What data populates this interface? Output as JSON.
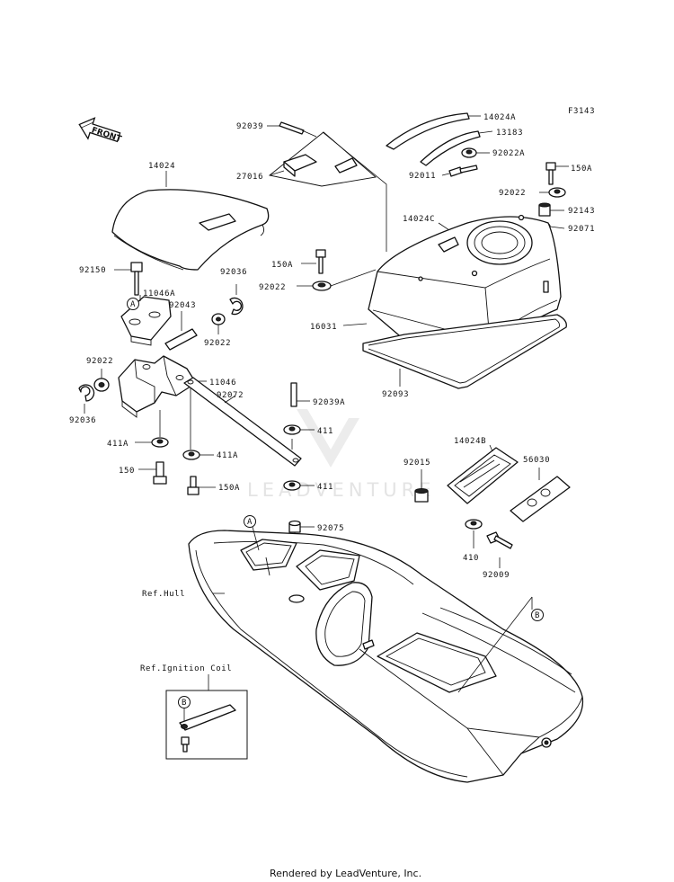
{
  "figure_code": "F3143",
  "front_label": "FRONT",
  "watermark": "LEADVENTURE",
  "footer": "Rendered by LeadVenture, Inc.",
  "callouts": {
    "A": "A",
    "B": "B"
  },
  "parts": {
    "p92039": "92039",
    "p14024A": "14024A",
    "p13183": "13183",
    "p92022A": "92022A",
    "p92011": "92011",
    "p150A_top": "150A",
    "p27016": "27016",
    "p92022_r": "92022",
    "p92143": "92143",
    "p92071": "92071",
    "p14024": "14024",
    "p14024C": "14024C",
    "p150A_mid": "150A",
    "p92022_mid": "92022",
    "p16031": "16031",
    "p92093": "92093",
    "p92150": "92150",
    "p11046A": "11046A",
    "p92043": "92043",
    "p92036_r": "92036",
    "p92022_l2": "92022",
    "p92022_l": "92022",
    "p11046": "11046",
    "p92036_l": "92036",
    "p92072": "92072",
    "p92039A": "92039A",
    "p411A_l": "411A",
    "p411": "411",
    "p411A_m": "411A",
    "p150": "150",
    "p150A_low": "150A",
    "p14024B": "14024B",
    "p92015": "92015",
    "p56030": "56030",
    "p410": "410",
    "p92009": "92009",
    "p92075": "92075",
    "ref_hull": "Ref.Hull",
    "ref_ignition": "Ref.Ignition Coil"
  }
}
